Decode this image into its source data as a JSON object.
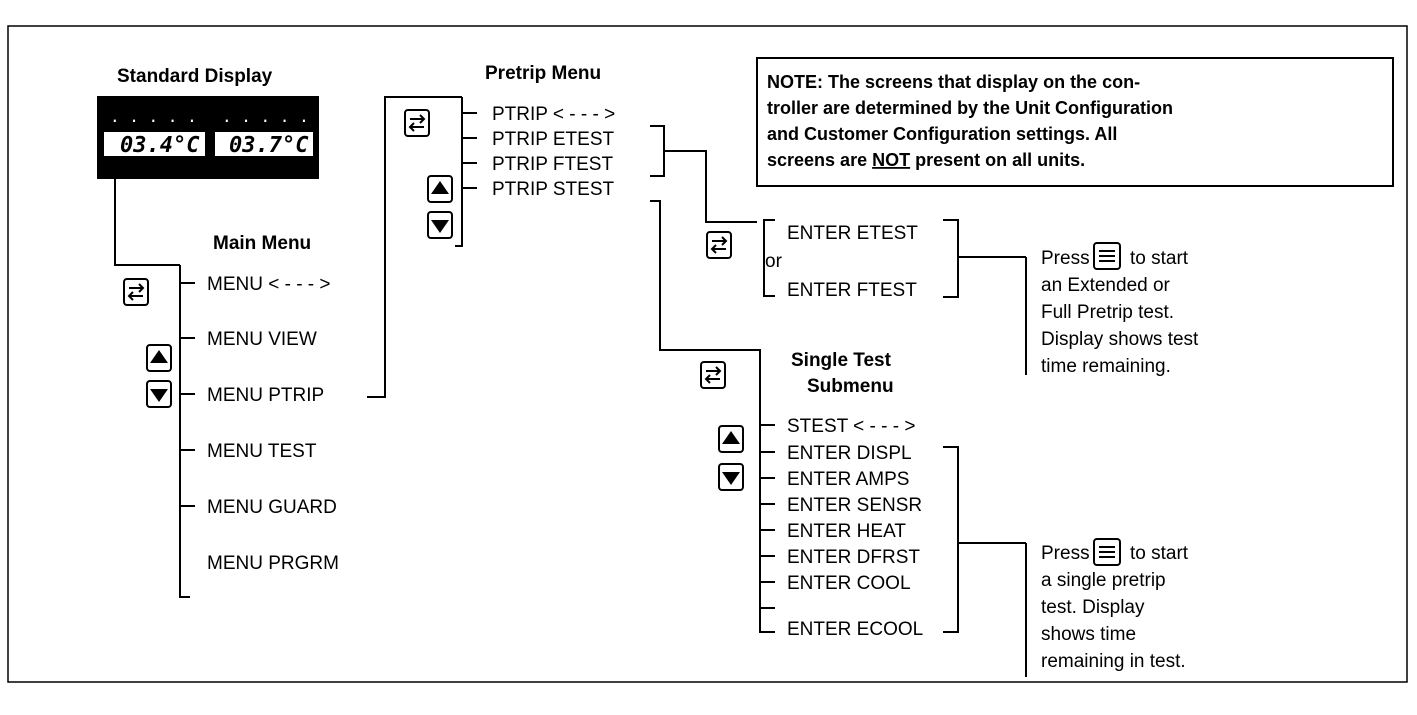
{
  "standard_display": {
    "title": "Standard Display",
    "left_dots": ". . . . .",
    "right_dots": ". . . . .",
    "left_value": "03.4°C",
    "right_value": "03.7°C"
  },
  "main_menu": {
    "title": "Main Menu",
    "items": [
      "MENU  < - - - >",
      "MENU  VIEW",
      "MENU  PTRIP",
      "MENU  TEST",
      "MENU  GUARD",
      "MENU  PRGRM"
    ]
  },
  "pretrip_menu": {
    "title": "Pretrip Menu",
    "items": [
      "PTRIP  < - - - >",
      "PTRIP  ETEST",
      "PTRIP  FTEST",
      "PTRIP  STEST"
    ]
  },
  "enter_tests": {
    "etest": "ENTER  ETEST",
    "or": "or",
    "ftest": "ENTER  FTEST"
  },
  "single_test": {
    "title_line1": "Single Test",
    "title_line2": "Submenu",
    "items": [
      "STEST  < - - - >",
      "ENTER  DISPL",
      "ENTER  AMPS",
      "ENTER  SENSR",
      "ENTER  HEAT",
      "ENTER  DFRST",
      "ENTER  COOL",
      "ENTER  ECOOL"
    ]
  },
  "note": {
    "lines": [
      "NOTE: The screens that display on the con-",
      "troller are determined by the Unit Configuration",
      "and Customer Configuration settings.  All",
      "screens are NOT present on all units."
    ]
  },
  "press_full": {
    "press": "Press",
    "lines": [
      "to start",
      "an Extended or",
      "Full Pretrip test.",
      "Display shows test",
      "time remaining."
    ]
  },
  "press_single": {
    "press": "Press",
    "lines": [
      "to start",
      "a single pretrip",
      "test. Display",
      "shows time",
      "remaining in test."
    ]
  },
  "icons": {
    "select_key": "select-arrows-icon",
    "up_key": "up-arrow-icon",
    "down_key": "down-arrow-icon",
    "enter_key": "enter-equals-icon"
  }
}
